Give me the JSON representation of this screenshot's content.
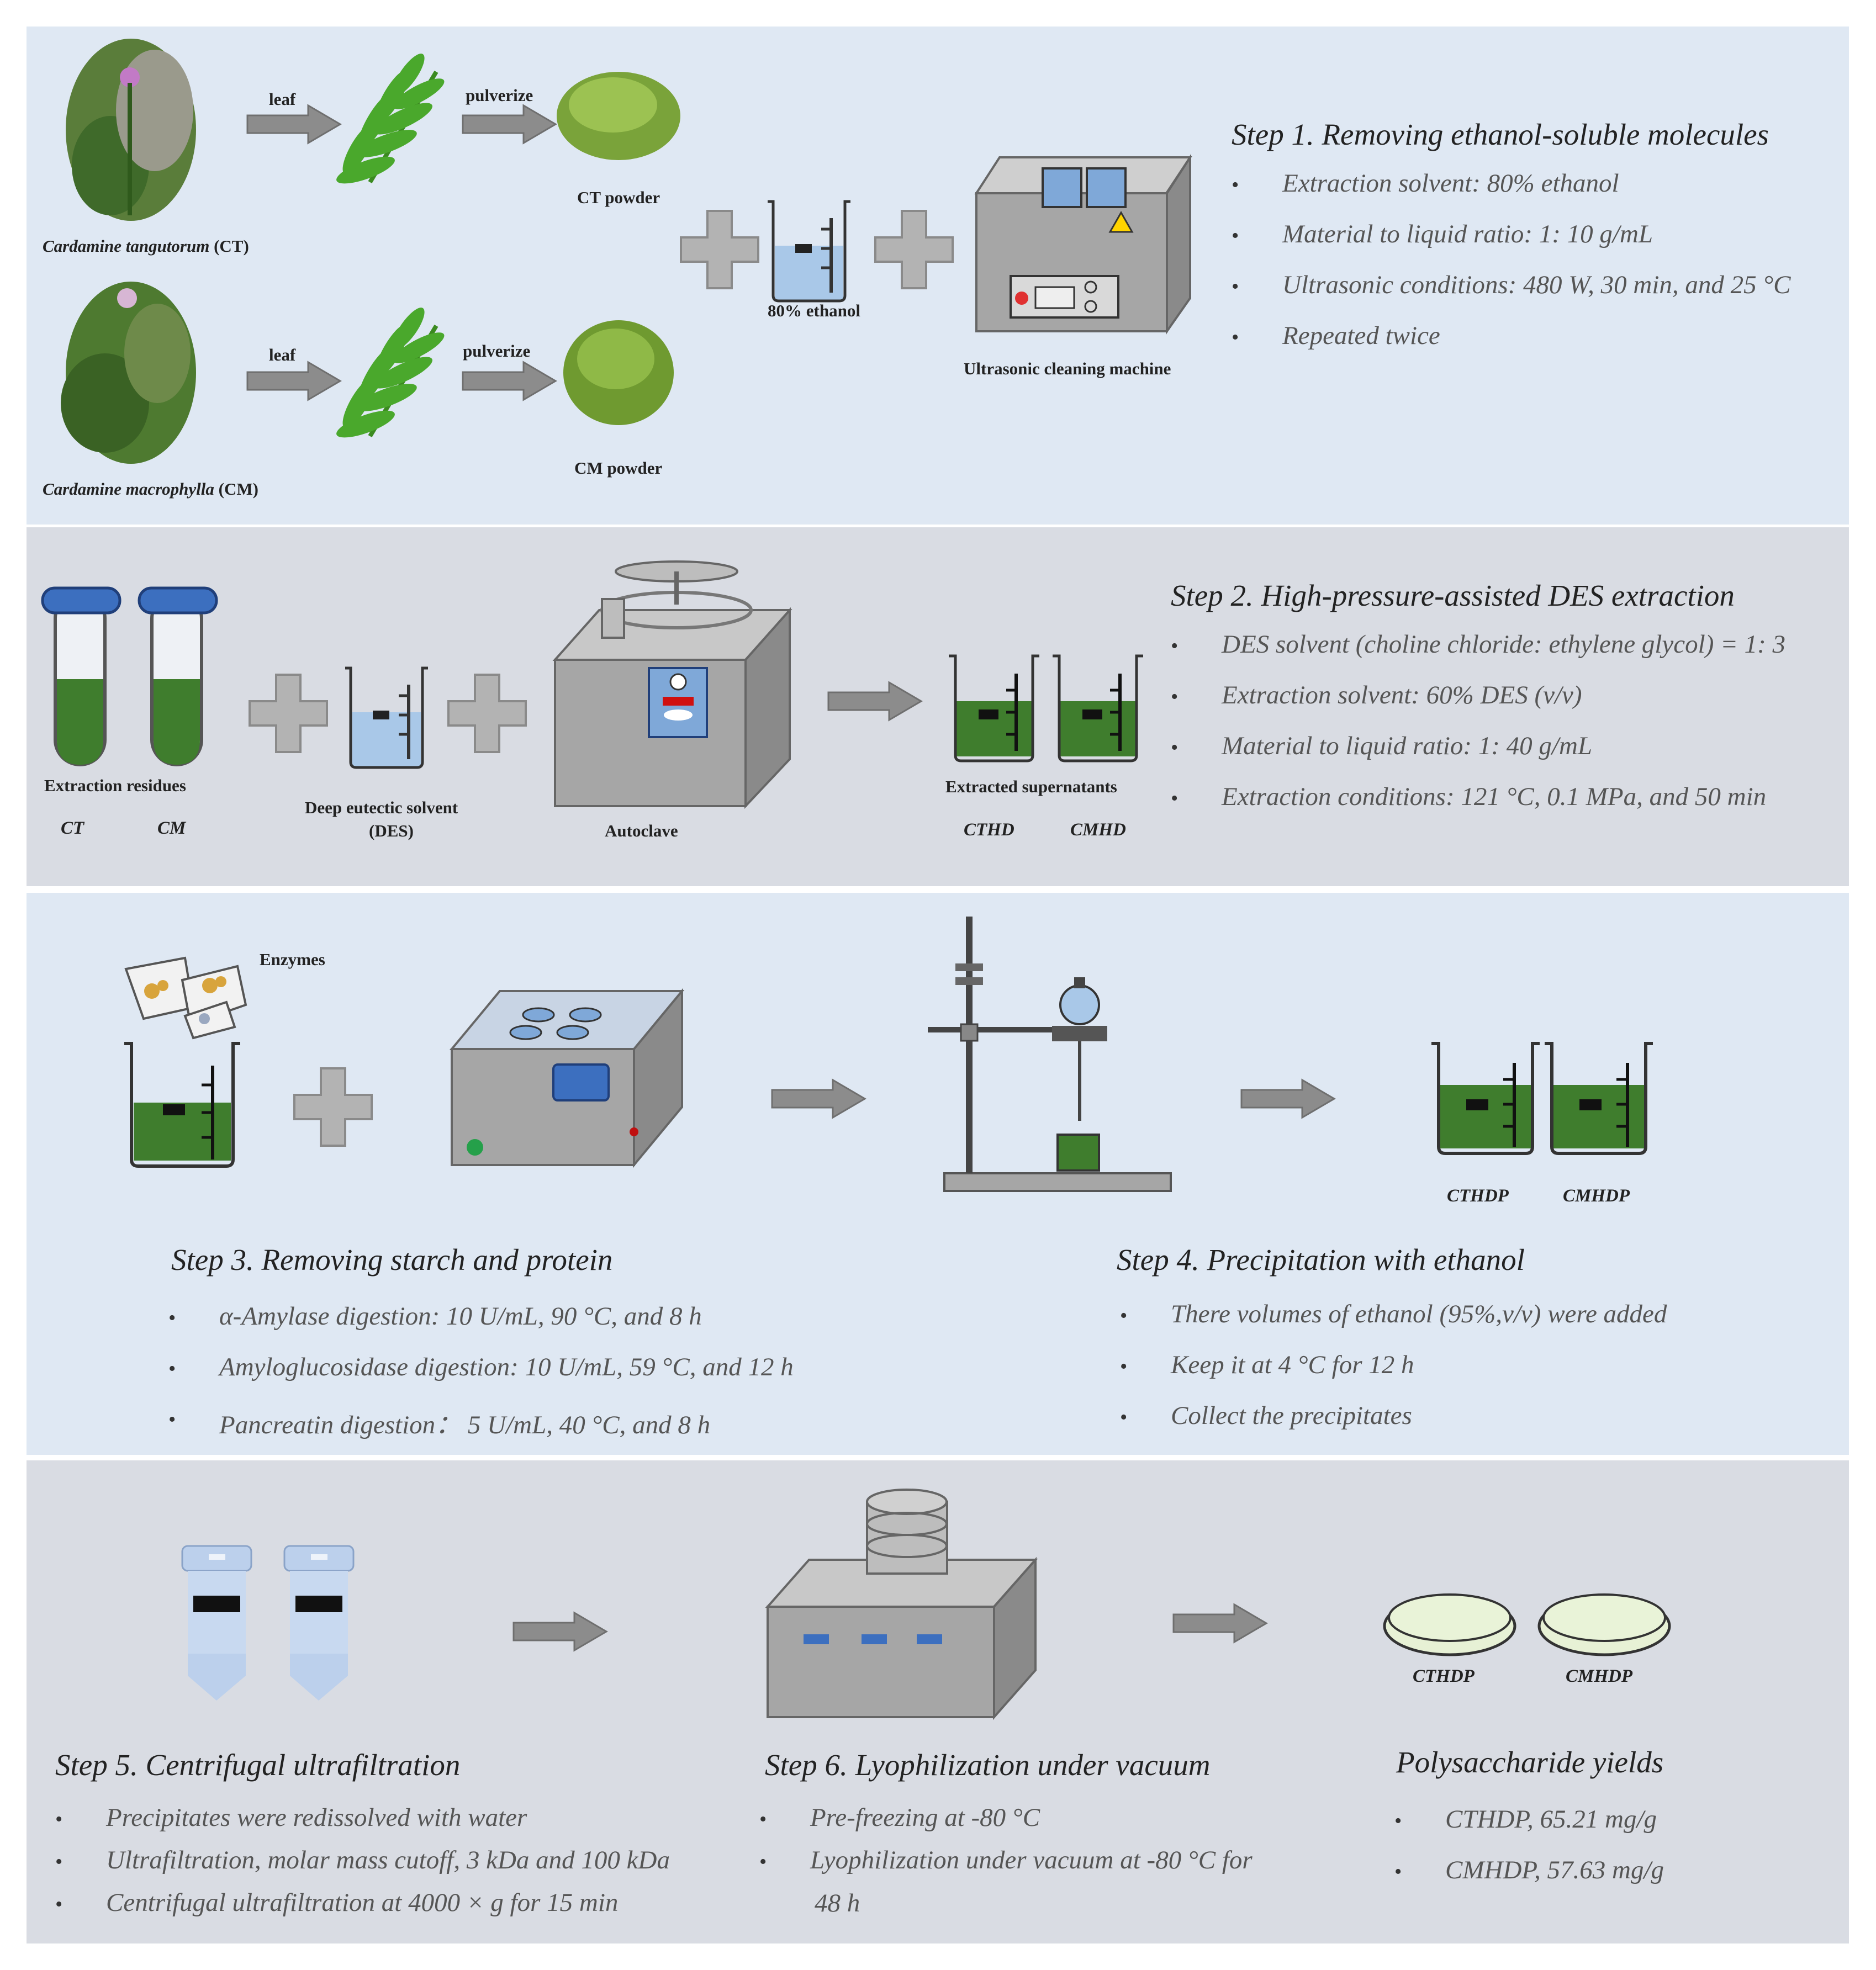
{
  "step1": {
    "title": "Step 1. Removing ethanol-soluble molecules",
    "bullets": [
      "Extraction solvent:  80% ethanol",
      "Material to liquid ratio:  1:  10 g/mL",
      "Ultrasonic conditions:  480 W, 30 min, and 25 °C",
      "Repeated twice"
    ],
    "ct_species_italic": "Cardamine tangutorum",
    "ct_species_abbr": " (CT)",
    "cm_species_italic": "Cardamine macrophylla",
    "cm_species_abbr": " (CM)",
    "leaf_label": "leaf",
    "pulverize_label": "pulverize",
    "ct_powder": "CT powder",
    "cm_powder": "CM powder",
    "ethanol_label": "80% ethanol",
    "machine_label": "Ultrasonic cleaning machine"
  },
  "step2": {
    "title": "Step 2. High-pressure-assisted DES extraction",
    "bullets": [
      "DES solvent (choline chloride:  ethylene glycol) = 1:  3",
      "Extraction solvent:  60% DES (v/v)",
      "Material to liquid ratio:  1:  40 g/mL",
      "Extraction conditions:  121 °C, 0.1 MPa, and 50 min"
    ],
    "residues_label": "Extraction residues",
    "ct": "CT",
    "cm": "CM",
    "des_label_1": "Deep eutectic solvent",
    "des_label_2": "(DES)",
    "autoclave_label": "Autoclave",
    "supernatants_label": "Extracted supernatants",
    "cthd": "CTHD",
    "cmhd": "CMHD"
  },
  "step3": {
    "title": "Step 3. Removing starch and protein",
    "bullets": [
      "α-Amylase digestion:  10 U/mL, 90 °C, and 8 h",
      "Amyloglucosidase digestion:  10 U/mL, 59 °C, and 12 h",
      "Pancreatin digestion： 5 U/mL, 40 °C, and 8 h"
    ],
    "enzymes_label": "Enzymes"
  },
  "step4": {
    "title": "Step 4. Precipitation with ethanol",
    "bullets": [
      "There volumes of ethanol (95%,v/v) were added",
      "Keep it at 4 °C for 12 h",
      "Collect the precipitates"
    ],
    "cthdp": "CTHDP",
    "cmhdp": "CMHDP"
  },
  "step5": {
    "title": "Step 5. Centrifugal ultrafiltration",
    "bullets": [
      "Precipitates were redissolved with water",
      "Ultrafiltration,  molar mass cutoff,  3 kDa and 100 kDa",
      "Centrifugal ultrafiltration at 4000 × g for 15 min"
    ]
  },
  "step6": {
    "title": "Step 6. Lyophilization under vacuum",
    "bullets": [
      "Pre-freezing at -80  °C",
      "Lyophilization under vacuum at -80 °C for"
    ],
    "bullet_continuation": "48 h"
  },
  "yields": {
    "title": "Polysaccharide yields",
    "bullets": [
      "CTHDP, 65.21 mg/g",
      "CMHDP, 57.63 mg/g"
    ],
    "cthdp": "CTHDP",
    "cmhdp": "CMHDP"
  },
  "colors": {
    "panel_blue": "#dfe8f3",
    "panel_gray": "#d9dce3",
    "liquid_green": "#3f7d2d",
    "liquid_blue": "#a9c8e8",
    "device_gray": "#a6a6a6",
    "arrow_gray": "#8c8c8c",
    "cap_blue": "#3c6fbf",
    "leaf_green": "#4aa82c",
    "powder_green": "#7aa33a"
  },
  "icons": [
    "plant-photo",
    "leaf-icon",
    "powder-icon",
    "arrow-icon",
    "plus-icon",
    "beaker-icon",
    "ultrasonic-machine-icon",
    "test-tube-icon",
    "autoclave-icon",
    "enzyme-packets-icon",
    "water-bath-icon",
    "stand-funnel-icon",
    "centrifuge-tube-icon",
    "freeze-dryer-icon",
    "petri-dish-icon"
  ]
}
